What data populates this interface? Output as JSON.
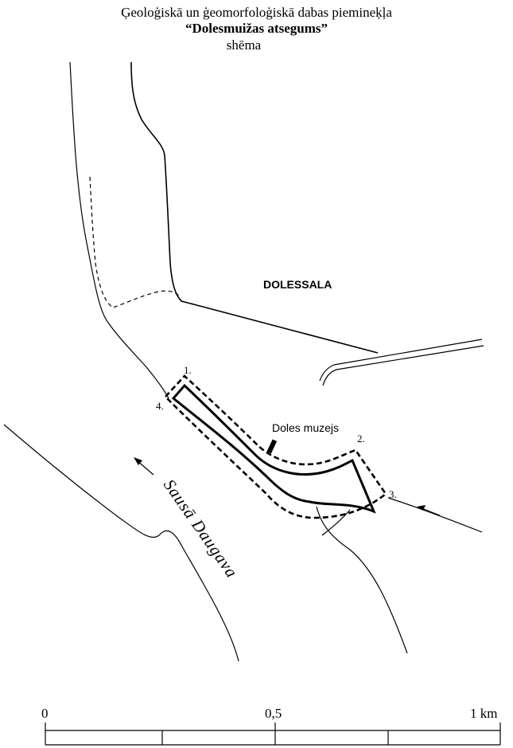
{
  "title": {
    "line1": "Ģeoloģiskā un ģeomorfoloģiskā dabas piemineķļa",
    "line2": "“Dolesmuižas atsegums”",
    "line3": "shēma"
  },
  "map_labels": {
    "island": "DOLESSALA",
    "museum": "Doles muzejs",
    "river": "Sausā Daugava"
  },
  "boundary_points": [
    "1.",
    "2.",
    "3.",
    "4."
  ],
  "scale_bar": {
    "labels": [
      "0",
      "0,5",
      "1 km"
    ]
  },
  "colors": {
    "ink": "#000000",
    "background": "#ffffff"
  }
}
